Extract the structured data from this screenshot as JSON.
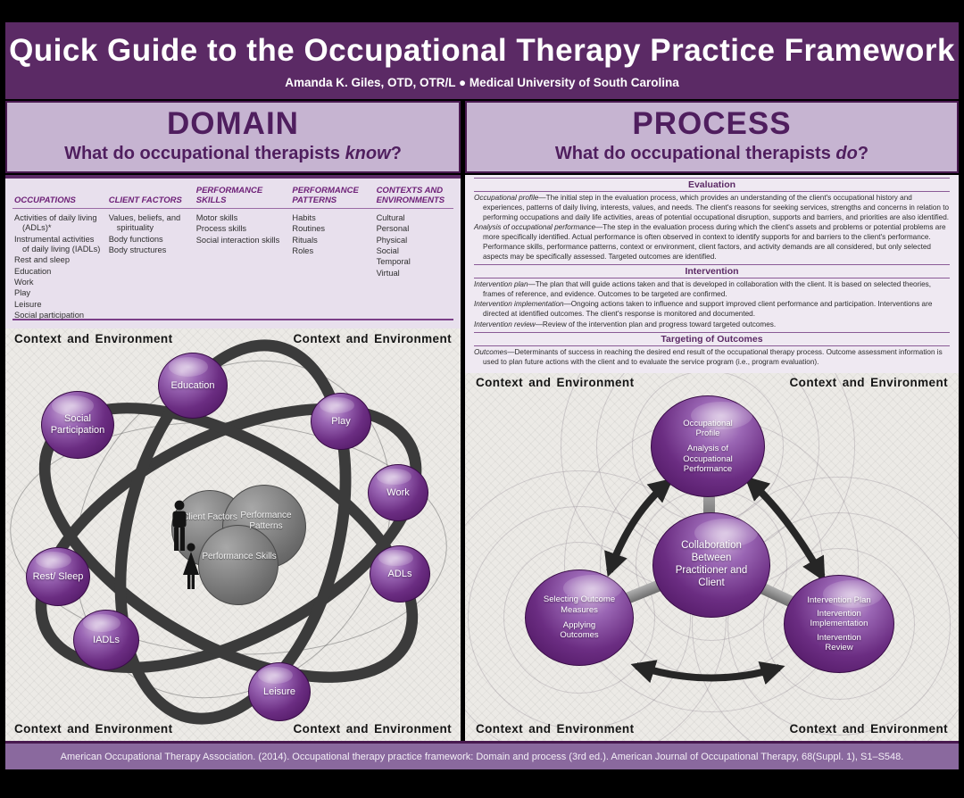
{
  "poster": {
    "title": "Quick Guide to the Occupational Therapy Practice Framework",
    "subtitle": "Amanda K. Giles, OTD, OTR/L ● Medical University of South Carolina",
    "citation": "American Occupational Therapy Association. (2014). Occupational therapy practice framework: Domain and process (3rd ed.). American Journal of Occupational Therapy, 68(Suppl. 1), S1–S548."
  },
  "labels": {
    "context_environment": "Context and Environment"
  },
  "colors": {
    "accent_dark_purple": "#5b2a65",
    "lavender_header": "#c6b4d1",
    "table_background": "#e8e0ed",
    "sphere_purple": "#6b2d82",
    "gray_circle": "#6b6b6b",
    "citation_band": "#8a699e",
    "arrow_black": "#262626"
  },
  "icons": {
    "man": "man-icon",
    "woman": "woman-icon"
  },
  "domain": {
    "heading": "DOMAIN",
    "question_prefix": "What do occupational therapists ",
    "question_emphasis": "know",
    "question_suffix": "?",
    "table": {
      "columns": [
        {
          "header": "OCCUPATIONS",
          "items": [
            "Activities of daily living (ADLs)*",
            "Instrumental activities of daily living (IADLs)",
            "Rest and sleep",
            "Education",
            "Work",
            "Play",
            "Leisure",
            "Social participation"
          ]
        },
        {
          "header": "CLIENT FACTORS",
          "items": [
            "Values, beliefs, and spirituality",
            "Body functions",
            "Body structures"
          ]
        },
        {
          "header": "PERFORMANCE SKILLS",
          "items": [
            "Motor skills",
            "Process skills",
            "Social interaction skills"
          ]
        },
        {
          "header": "PERFORMANCE PATTERNS",
          "items": [
            "Habits",
            "Routines",
            "Rituals",
            "Roles"
          ]
        },
        {
          "header": "CONTEXTS AND ENVIRONMENTS",
          "items": [
            "Cultural",
            "Personal",
            "Physical",
            "Social",
            "Temporal",
            "Virtual"
          ]
        }
      ]
    }
  },
  "domain_diagram": {
    "nodes": {
      "education": "Education",
      "social_participation": "Social Participation",
      "play": "Play",
      "work": "Work",
      "adls": "ADLs",
      "rest_sleep": "Rest/ Sleep",
      "iadls": "IADLs",
      "leisure": "Leisure"
    },
    "center": {
      "client_factors": "Client Factors",
      "performance_patterns": "Performance Patterns",
      "performance_skills": "Performance Skills"
    }
  },
  "process": {
    "heading": "PROCESS",
    "question_prefix": "What do occupational therapists ",
    "question_emphasis": "do",
    "question_suffix": "?",
    "sections": [
      {
        "heading": "Evaluation",
        "entries": [
          {
            "term": "Occupational profile",
            "text": "—The initial step in the evaluation process, which provides an understanding of the client's occupational history and experiences, patterns of daily living, interests, values, and needs. The client's reasons for seeking services, strengths and concerns in relation to performing occupations and daily life activities, areas of potential occupational disruption, supports and barriers, and priorities are also identified."
          },
          {
            "term": "Analysis of occupational performance",
            "text": "—The step in the evaluation process during which the client's assets and problems or potential problems are more specifically identified. Actual performance is often observed in context to identify supports for and barriers to the client's performance. Performance skills, performance patterns, context or environment, client factors, and activity demands are all considered, but only selected aspects may be specifically assessed. Targeted outcomes are identified."
          }
        ]
      },
      {
        "heading": "Intervention",
        "entries": [
          {
            "term": "Intervention plan",
            "text": "—The plan that will guide actions taken and that is developed in collaboration with the client. It is based on selected theories, frames of reference, and evidence. Outcomes to be targeted are confirmed."
          },
          {
            "term": "Intervention implementation",
            "text": "—Ongoing actions taken to influence and support improved client performance and participation. Interventions are directed at identified outcomes. The client's response is monitored and documented."
          },
          {
            "term": "Intervention review",
            "text": "—Review of the intervention plan and progress toward targeted outcomes."
          }
        ]
      },
      {
        "heading": "Targeting of Outcomes",
        "entries": [
          {
            "term": "Outcomes",
            "text": "—Determinants of success in reaching the desired end result of the occupational therapy process. Outcome assessment information is used to plan future actions with the client and to evaluate the service program (i.e., program evaluation)."
          }
        ]
      }
    ]
  },
  "process_diagram": {
    "top": [
      "Occupational Profile",
      "Analysis of Occupational Performance"
    ],
    "center": "Collaboration Between Practitioner and Client",
    "left": [
      "Selecting Outcome Measures",
      "Applying Outcomes"
    ],
    "right": [
      "Intervention Plan",
      "Intervention Implementation",
      "Intervention Review"
    ]
  }
}
